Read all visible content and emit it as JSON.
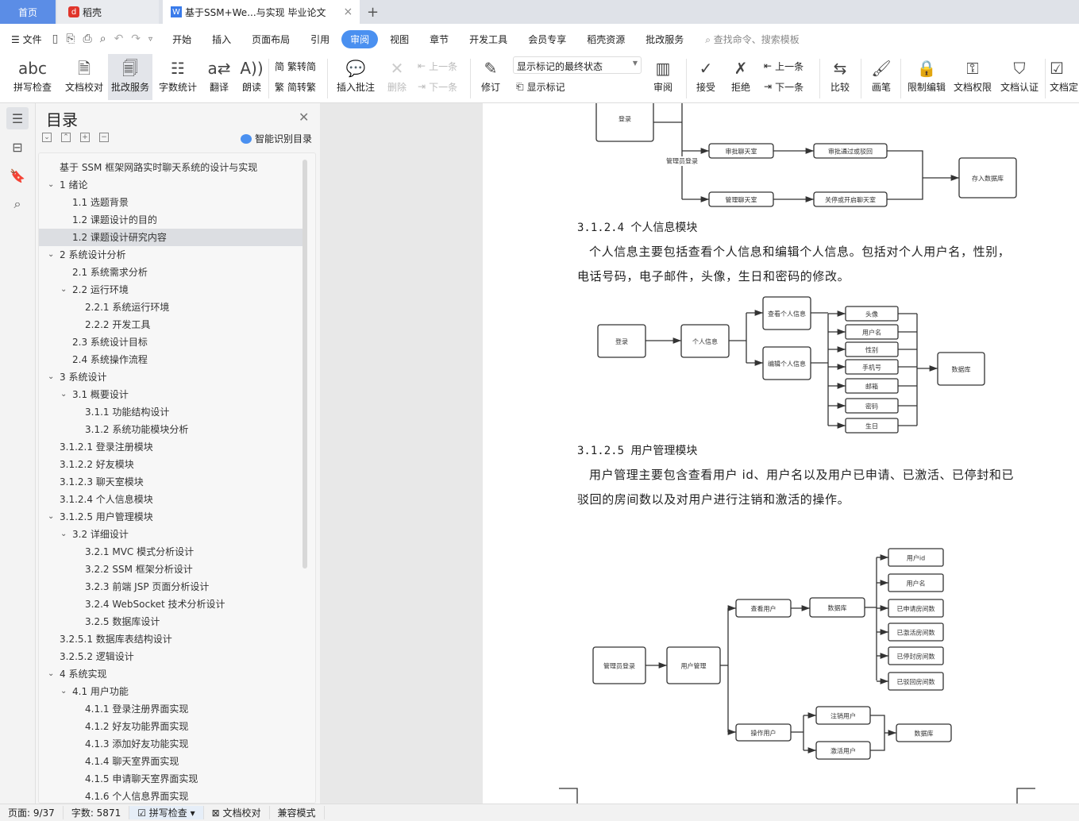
{
  "tabs": {
    "home": "首页",
    "daoke": "稻壳",
    "doc": "基于SSM+We...与实现 毕业论文"
  },
  "menu": {
    "file": "文件",
    "items": [
      "开始",
      "插入",
      "页面布局",
      "引用",
      "审阅",
      "视图",
      "章节",
      "开发工具",
      "会员专享",
      "稻壳资源",
      "批改服务"
    ],
    "active": "审阅",
    "search": "查找命令、搜索模板"
  },
  "ribbon": {
    "spell": "拼写检查",
    "proof": "文档校对",
    "correct": "批改服务",
    "count": "字数统计",
    "translate": "翻译",
    "read": "朗读",
    "t2s": "繁转简",
    "s2t": "简转繁",
    "insert_comment": "插入批注",
    "delete": "删除",
    "prev": "上一条",
    "next": "下一条",
    "revise": "修订",
    "markup_state": "显示标记的最终状态",
    "show_markup": "显示标记",
    "review": "审阅",
    "accept": "接受",
    "reject": "拒绝",
    "prev2": "上一条",
    "next2": "下一条",
    "compare": "比较",
    "pen": "画笔",
    "restrict": "限制编辑",
    "permission": "文档权限",
    "certify": "文档认证",
    "finalize": "文档定"
  },
  "toc": {
    "title": "目录",
    "ai": "智能识别目录",
    "items": [
      {
        "label": "基于 SSM 框架网路实时聊天系统的设计与实现",
        "level": 0,
        "caret": false
      },
      {
        "label": "1  绪论",
        "level": 0,
        "caret": true
      },
      {
        "label": "1.1  选题背景",
        "level": 1,
        "caret": false
      },
      {
        "label": "1.2 课题设计的目的",
        "level": 1,
        "caret": false
      },
      {
        "label": "1.2 课题设计研究内容",
        "level": 1,
        "caret": false,
        "selected": true
      },
      {
        "label": "2  系统设计分析",
        "level": 0,
        "caret": true
      },
      {
        "label": "2.1  系统需求分析",
        "level": 1,
        "caret": false
      },
      {
        "label": "2.2 运行环境",
        "level": 1,
        "caret": true
      },
      {
        "label": "2.2.1 系统运行环境",
        "level": 2,
        "caret": false
      },
      {
        "label": "2.2.2 开发工具",
        "level": 2,
        "caret": false
      },
      {
        "label": "2.3 系统设计目标",
        "level": 1,
        "caret": false
      },
      {
        "label": "2.4  系统操作流程",
        "level": 1,
        "caret": false
      },
      {
        "label": "3  系统设计",
        "level": 0,
        "caret": true
      },
      {
        "label": "3.1  概要设计",
        "level": 1,
        "caret": true
      },
      {
        "label": "3.1.1 功能结构设计",
        "level": 2,
        "caret": false
      },
      {
        "label": "3.1.2 系统功能模块分析",
        "level": 2,
        "caret": false
      },
      {
        "label": "3.1.2.1  登录注册模块",
        "level": 0,
        "caret": false
      },
      {
        "label": "3.1.2.2  好友模块",
        "level": 0,
        "caret": false
      },
      {
        "label": "3.1.2.3  聊天室模块",
        "level": 0,
        "caret": false
      },
      {
        "label": "3.1.2.4  个人信息模块",
        "level": 0,
        "caret": false
      },
      {
        "label": "3.1.2.5  用户管理模块",
        "level": 0,
        "caret": true
      },
      {
        "label": "3.2  详细设计",
        "level": 1,
        "caret": true
      },
      {
        "label": "3.2.1 MVC 模式分析设计",
        "level": 2,
        "caret": false
      },
      {
        "label": "3.2.2 SSM 框架分析设计",
        "level": 2,
        "caret": false
      },
      {
        "label": "3.2.3  前端 JSP 页面分析设计",
        "level": 2,
        "caret": false
      },
      {
        "label": "3.2.4 WebSocket 技术分析设计",
        "level": 2,
        "caret": false
      },
      {
        "label": "3.2.5  数据库设计",
        "level": 2,
        "caret": false
      },
      {
        "label": "3.2.5.1  数据库表结构设计",
        "level": 0,
        "caret": false
      },
      {
        "label": "3.2.5.2 逻辑设计",
        "level": 0,
        "caret": false
      },
      {
        "label": "4  系统实现",
        "level": 0,
        "caret": true
      },
      {
        "label": "4.1 用户功能",
        "level": 1,
        "caret": true
      },
      {
        "label": "4.1.1 登录注册界面实现",
        "level": 2,
        "caret": false
      },
      {
        "label": "4.1.2 好友功能界面实现",
        "level": 2,
        "caret": false
      },
      {
        "label": "4.1.3 添加好友功能实现",
        "level": 2,
        "caret": false
      },
      {
        "label": "4.1.4 聊天室界面实现",
        "level": 2,
        "caret": false
      },
      {
        "label": "4.1.5 申请聊天室界面实现",
        "level": 2,
        "caret": false
      },
      {
        "label": "4.1.6 个人信息界面实现",
        "level": 2,
        "caret": false
      }
    ]
  },
  "doc": {
    "d1": {
      "login": "登录",
      "admin_login": "管理员登录",
      "approve_room": "审批聊天室",
      "approve_result": "审批通过或驳回",
      "manage_room": "管理聊天室",
      "toggle_room": "关停或开启聊天室",
      "save_db": "存入数据库"
    },
    "h1": "3.1.2.4 个人信息模块",
    "p1": "个人信息主要包括查看个人信息和编辑个人信息。包括对个人用户名，性别，电话号码，电子邮件，头像，生日和密码的修改。",
    "d2": {
      "login": "登录",
      "info": "个人信息",
      "view": "查看个人信息",
      "edit": "编辑个人信息",
      "fields": [
        "头像",
        "用户名",
        "性别",
        "手机号",
        "邮箱",
        "密码",
        "生日"
      ],
      "db": "数据库"
    },
    "h2": "3.1.2.5 用户管理模块",
    "p2": "用户管理主要包含查看用户 id、用户名以及用户已申请、已激活、已停封和已驳回的房间数以及对用户进行注销和激活的操作。",
    "d3": {
      "admin_login": "管理员登录",
      "user_mgmt": "用户管理",
      "view_user": "查看用户",
      "db": "数据库",
      "fields": [
        "用户id",
        "用户名",
        "已申请房间数",
        "已激活房间数",
        "已停封房间数",
        "已驳回房间数"
      ],
      "op_user": "操作用户",
      "cancel": "注销用户",
      "activate": "激活用户",
      "db2": "数据库"
    }
  },
  "status": {
    "page": "页面: 9/37",
    "words": "字数: 5871",
    "spell": "拼写检查",
    "proof": "文档校对",
    "compat": "兼容模式"
  }
}
